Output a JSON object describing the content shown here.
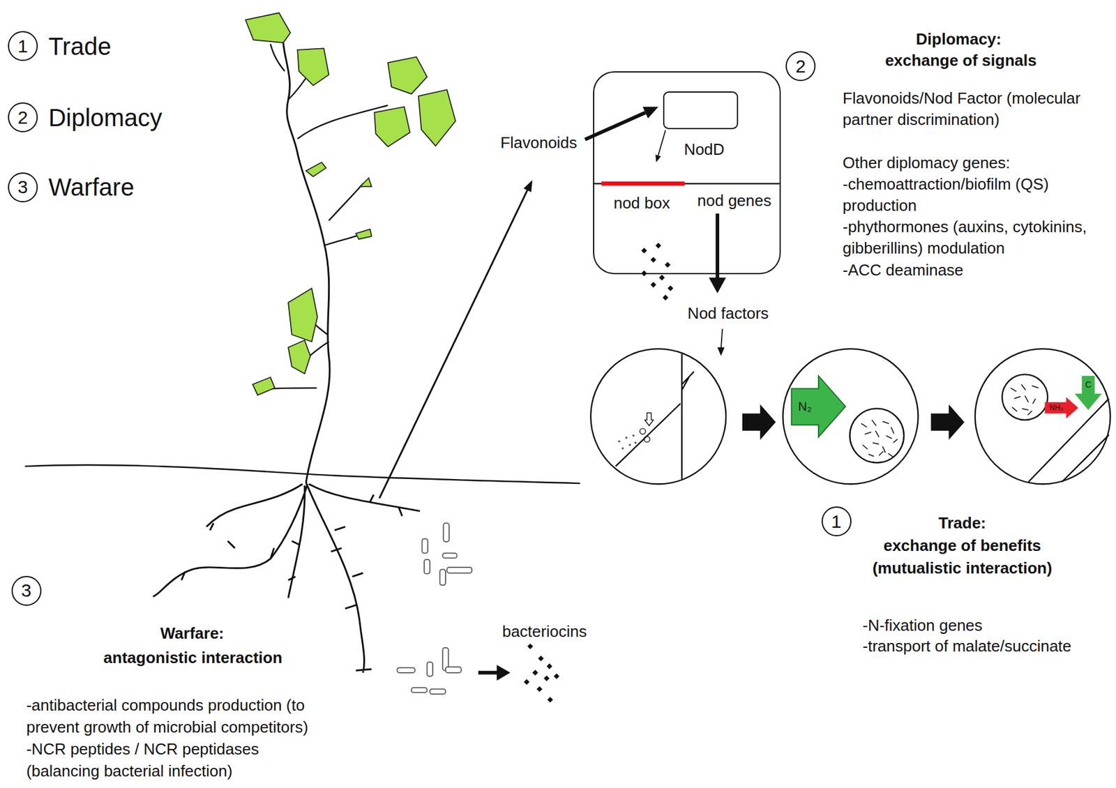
{
  "diagram": {
    "nodes": [
      {
        "text": [
          "1"
        ]
      },
      {
        "text": [
          "2"
        ]
      },
      {
        "text": [
          "3"
        ]
      },
      {
        "text": [
          "2"
        ]
      },
      {
        "text": [
          "nod box",
          "nod genes"
        ]
      },
      {
        "text": [
          "NodD"
        ],
        "in": 4
      },
      {
        "text": [
          "1"
        ]
      },
      {
        "text": [
          "3"
        ]
      }
    ],
    "labels": [
      "Trade",
      "Diplomacy",
      "Warfare",
      "Diplomacy:",
      "exchange of signals",
      "Flavonoids/Nod Factor (molecular partner discrimination)",
      "Other diplomacy genes:",
      "-chemoattraction/biofilm (QS) production",
      "-phythormones (auxins, cytokinins, gibberillins) modulation",
      "-ACC deaminase",
      "Flavonoids",
      "Nod factors",
      "N₂",
      "NH₃",
      "C",
      "Trade:",
      "exchange of benefits (mutualistic interaction)",
      "-N-fixation genes",
      "-transport of malate/succinate",
      "bacteriocins",
      "Warfare:",
      "antagonistic interaction",
      "-antibacterial compounds production (to prevent growth of microbial competitors)",
      "-NCR peptides / NCR peptidases (balancing bacterial infection)"
    ]
  }
}
